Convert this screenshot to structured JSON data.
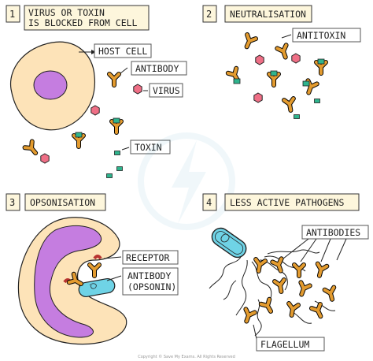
{
  "panels": [
    {
      "number": "1",
      "title_line1": "VIRUS OR TOXIN",
      "title_line2": "IS BLOCKED FROM CELL"
    },
    {
      "number": "2",
      "title": "NEUTRALISATION"
    },
    {
      "number": "3",
      "title": "OPSONISATION"
    },
    {
      "number": "4",
      "title": "LESS ACTIVE PATHOGENS"
    }
  ],
  "labels": {
    "host_cell": "HOST CELL",
    "antibody": "ANTIBODY",
    "virus": "VIRUS",
    "toxin": "TOXIN",
    "antitoxin": "ANTITOXIN",
    "receptor": "RECEPTOR",
    "antibody_opsonin_1": "ANTIBODY",
    "antibody_opsonin_2": "(OPSONIN)",
    "antibodies": "ANTIBODIES",
    "flagellum": "FLAGELLUM"
  },
  "footer": "Copyright © Save My Exams. All Rights Reserved",
  "colors": {
    "cell": "#fde3b8",
    "nucleus": "#c57de0",
    "antibody": "#e39b2f",
    "virus": "#ef6f86",
    "toxin": "#2fb48d",
    "bacterium": "#6fd3e6",
    "receptor": "#b8332f",
    "tag": "#fdf6dc"
  }
}
